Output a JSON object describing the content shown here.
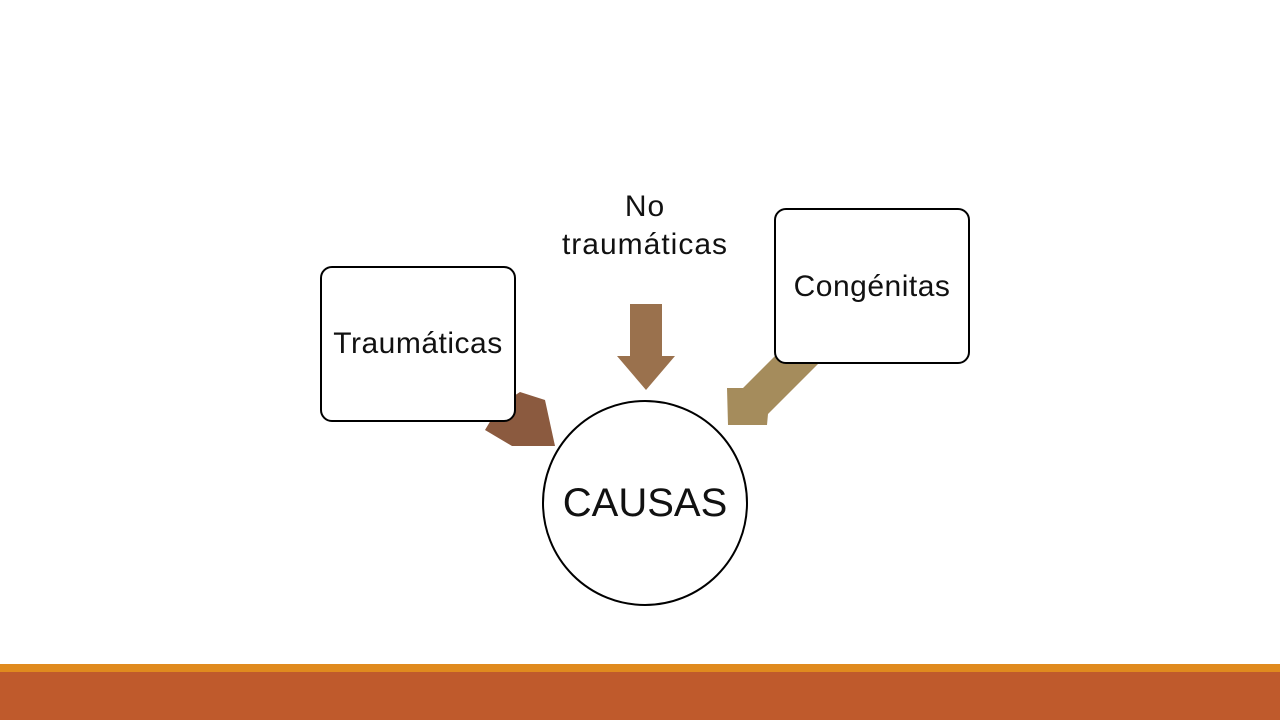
{
  "diagram": {
    "center": {
      "label": "CAUSAS"
    },
    "nodes": [
      {
        "label": "Traumáticas",
        "arrow_color": "#8b5a3f"
      },
      {
        "label": "No\ntraumáticas",
        "arrow_color": "#9a714d"
      },
      {
        "label": "Congénitas",
        "arrow_color": "#a58c5c"
      }
    ]
  },
  "footer": {
    "accent_color": "#e08a1e",
    "bar_color": "#bf5a2c"
  }
}
